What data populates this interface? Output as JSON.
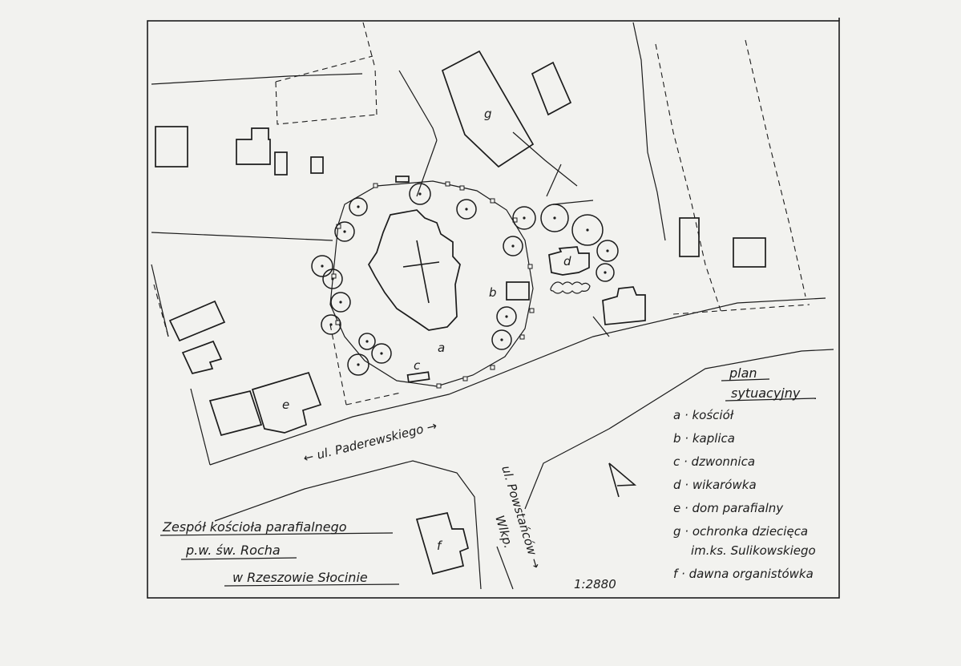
{
  "plan_title": [
    "plan",
    "sytuacyjny"
  ],
  "labels": {
    "church": "a",
    "chapel": "b",
    "belfry": "c",
    "vicarage": "d",
    "parish_house": "e",
    "organist_house": "f",
    "kindergarten": "g"
  },
  "streets": {
    "paderewskiego": "← ul. Paderewskiego →",
    "powstancow_line1": "ul. Powstańców →",
    "powstancow_line2": "Wlkp."
  },
  "legend": [
    {
      "key": "a",
      "text": "kościół"
    },
    {
      "key": "b",
      "text": "kaplica"
    },
    {
      "key": "c",
      "text": "dzwonnica"
    },
    {
      "key": "d",
      "text": "wikarówka"
    },
    {
      "key": "e",
      "text": "dom parafialny"
    },
    {
      "key": "g",
      "text": "ochronka dziecięca",
      "text2": "im.ks. Sulikowskiego"
    },
    {
      "key": "f",
      "text": "dawna organistówka"
    }
  ],
  "title_block": {
    "line1": "Zespół kościoła parafialnego",
    "line2": "p.w. św. Rocha",
    "line3": "w Rzeszowie Słocinie"
  },
  "scale": "1:2880",
  "colors": {
    "paper": "#f2f2ef",
    "ink": "#1c1c1c"
  }
}
